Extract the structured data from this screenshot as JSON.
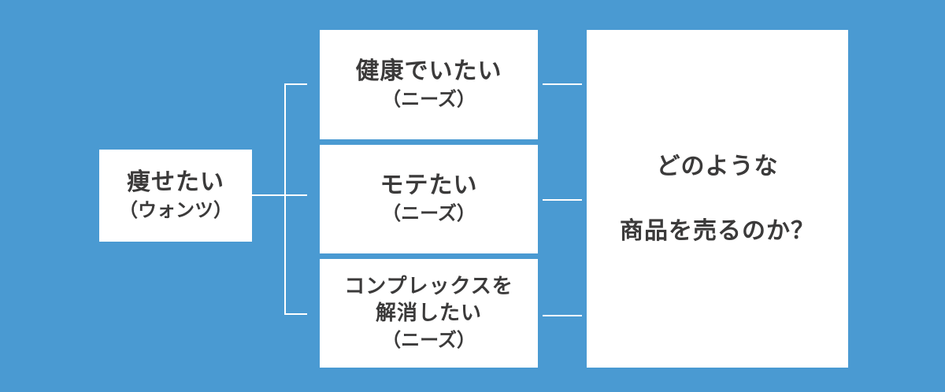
{
  "wants": {
    "title": "痩せたい",
    "sub": "（ウォンツ）"
  },
  "needs": [
    {
      "title": "健康でいたい",
      "sub": "（ニーズ）"
    },
    {
      "title": "モテたい",
      "sub": "（ニーズ）"
    },
    {
      "title_line1": "コンプレックスを",
      "title_line2": "解消したい",
      "sub": "（ニーズ）"
    }
  ],
  "question": {
    "line1": "どのような",
    "line2": "商品を売るのか？"
  },
  "colors": {
    "background": "#4a9ad2",
    "box": "#ffffff",
    "text": "#3b3a3a"
  }
}
